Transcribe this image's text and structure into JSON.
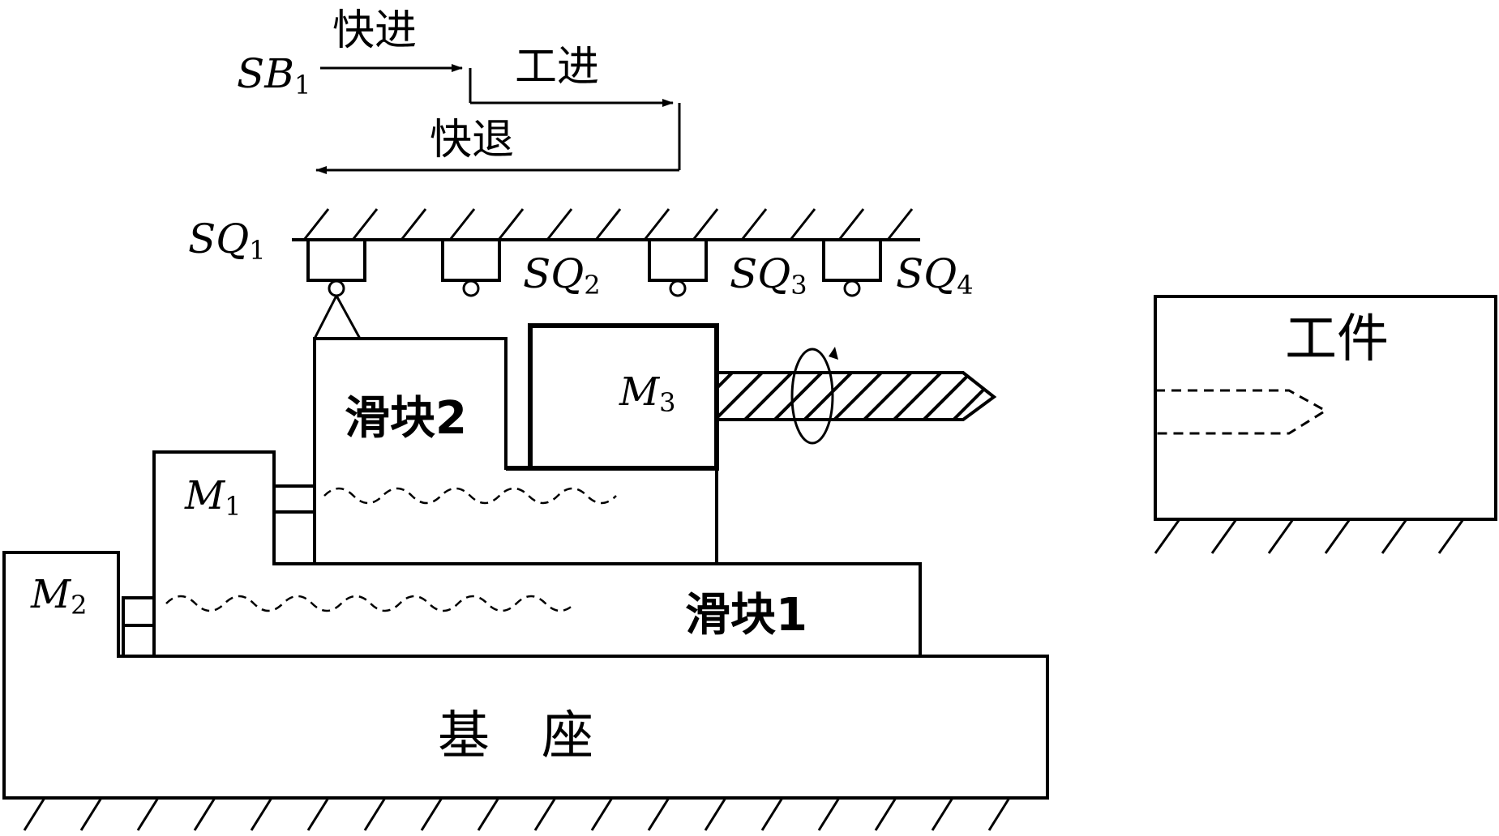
{
  "motion": {
    "start_button": "SB",
    "start_button_sub": "1",
    "fast_forward": "快进",
    "work_feed": "工进",
    "fast_return": "快退"
  },
  "switches": [
    {
      "letter": "SQ",
      "sub": "1"
    },
    {
      "letter": "SQ",
      "sub": "2"
    },
    {
      "letter": "SQ",
      "sub": "3"
    },
    {
      "letter": "SQ",
      "sub": "4"
    }
  ],
  "motors": [
    {
      "letter": "M",
      "sub": "1"
    },
    {
      "letter": "M",
      "sub": "2"
    },
    {
      "letter": "M",
      "sub": "3"
    }
  ],
  "slider_2": "滑块2",
  "slider_1": "滑块1",
  "base": "基　座",
  "workpiece": "工件"
}
